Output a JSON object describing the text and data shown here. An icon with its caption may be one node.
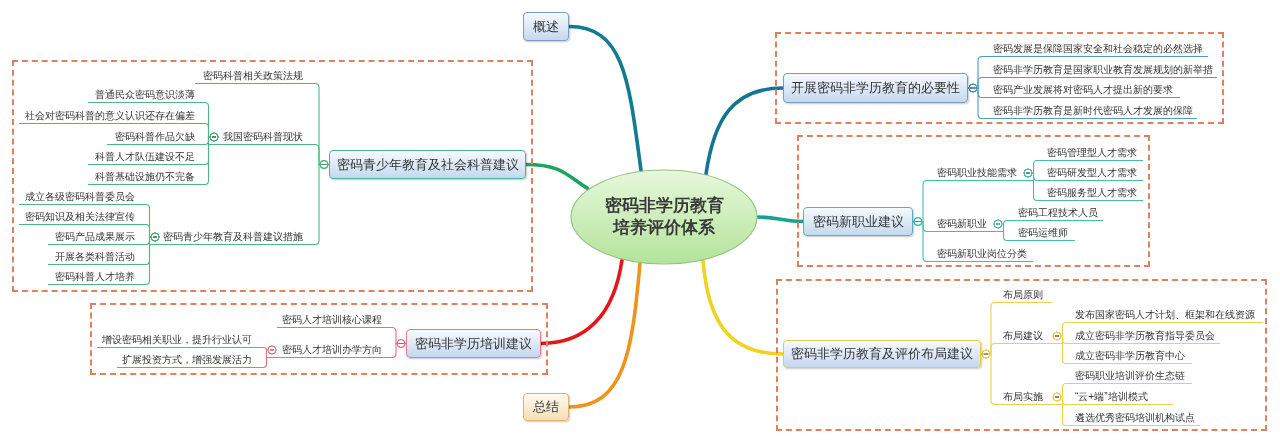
{
  "diagram": {
    "nodes": [
      {
        "text": [
          "密码非学历教育培养评价体系"
        ]
      },
      {
        "text": [
          "概述"
        ]
      },
      {
        "text": [],
        "shape": "box"
      },
      {
        "text": [
          "密码青少年教育及社会科普建议"
        ],
        "in": 2
      },
      {
        "text": [
          "密码科普相关政策法规"
        ],
        "in": 2
      },
      {
        "text": [
          "我国密码科普现状"
        ],
        "in": 2
      },
      {
        "text": [
          "普通民众密码意识淡薄"
        ],
        "in": 2
      },
      {
        "text": [
          "社会对密码科普的意义认识还存在偏差"
        ],
        "in": 2
      },
      {
        "text": [
          "密码科普作品欠缺"
        ],
        "in": 2
      },
      {
        "text": [
          "科普人才队伍建设不足"
        ],
        "in": 2
      },
      {
        "text": [
          "科普基础设施仍不完备"
        ],
        "in": 2
      },
      {
        "text": [
          "密码青少年教育及科普建议措施"
        ],
        "in": 2
      },
      {
        "text": [
          "成立各级密码科普委员会"
        ],
        "in": 2
      },
      {
        "text": [
          "密码知识及相关法律宣传"
        ],
        "in": 2
      },
      {
        "text": [
          "密码产品成果展示"
        ],
        "in": 2
      },
      {
        "text": [
          "开展各类科普活动"
        ],
        "in": 2
      },
      {
        "text": [
          "密码科普人才培养"
        ],
        "in": 2
      },
      {
        "text": [],
        "shape": "box"
      },
      {
        "text": [
          "密码非学历培训建议"
        ],
        "in": 17
      },
      {
        "text": [
          "密码人才培训核心课程"
        ],
        "in": 17
      },
      {
        "text": [
          "密码人才培训办学方向"
        ],
        "in": 17
      },
      {
        "text": [
          "增设密码相关职业，提升行业认可"
        ],
        "in": 17
      },
      {
        "text": [
          "扩展投资方式，增强发展活力"
        ],
        "in": 17
      },
      {
        "text": [
          "总结"
        ]
      },
      {
        "text": [],
        "shape": "box"
      },
      {
        "text": [
          "开展密码非学历教育的必要性"
        ],
        "in": 24
      },
      {
        "text": [
          "密码发展是保障国家安全和社会稳定的必然选择"
        ],
        "in": 24
      },
      {
        "text": [
          "密码非学历教育是国家职业教育发展规划的新举措"
        ],
        "in": 24
      },
      {
        "text": [
          "密码产业发展将对密码人才提出新的要求"
        ],
        "in": 24
      },
      {
        "text": [
          "密码非学历教育是新时代密码人才发展的保障"
        ],
        "in": 24
      },
      {
        "text": [],
        "shape": "box"
      },
      {
        "text": [
          "密码新职业建议"
        ],
        "in": 30
      },
      {
        "text": [
          "密码职业技能需求"
        ],
        "in": 30
      },
      {
        "text": [
          "密码管理型人才需求"
        ],
        "in": 30
      },
      {
        "text": [
          "密码研发型人才需求"
        ],
        "in": 30
      },
      {
        "text": [
          "密码服务型人才需求"
        ],
        "in": 30
      },
      {
        "text": [
          "密码新职业"
        ],
        "in": 30
      },
      {
        "text": [
          "密码工程技术人员"
        ],
        "in": 30
      },
      {
        "text": [
          "密码运维师"
        ],
        "in": 30
      },
      {
        "text": [
          "密码新职业岗位分类"
        ],
        "in": 30
      },
      {
        "text": [],
        "shape": "box"
      },
      {
        "text": [
          "密码非学历教育及评价布局建议"
        ],
        "in": 40
      },
      {
        "text": [
          "布局原则"
        ],
        "in": 40
      },
      {
        "text": [
          "布局建议"
        ],
        "in": 40
      },
      {
        "text": [
          "发布国家密码人才计划、框架和在线资源"
        ],
        "in": 40
      },
      {
        "text": [
          "成立密码非学历教育指导委员会"
        ],
        "in": 40
      },
      {
        "text": [
          "成立密码非学历教育中心"
        ],
        "in": 40
      },
      {
        "text": [
          "布局实施"
        ],
        "in": 40
      },
      {
        "text": [
          "密码职业培训评价生态链"
        ],
        "in": 40
      },
      {
        "text": [
          "“云+端”培训模式"
        ],
        "in": 40
      },
      {
        "text": [
          "遴选优秀密码培训机构试点"
        ],
        "in": 40
      }
    ],
    "edges": [
      {
        "from": 0,
        "to": 1,
        "arrow": "none",
        "style": "thick",
        "color": "#127b90"
      },
      {
        "from": 0,
        "to": 3,
        "arrow": "none",
        "style": "thick",
        "color": "#1ea45c"
      },
      {
        "from": 0,
        "to": 18,
        "arrow": "none",
        "style": "thick",
        "color": "#e3161b"
      },
      {
        "from": 0,
        "to": 23,
        "arrow": "none",
        "style": "thick",
        "color": "#f0931c"
      },
      {
        "from": 0,
        "to": 25,
        "arrow": "none",
        "style": "thick",
        "color": "#137592"
      },
      {
        "from": 0,
        "to": 31,
        "arrow": "none",
        "style": "thick",
        "color": "#17a48f"
      },
      {
        "from": 0,
        "to": 41,
        "arrow": "none",
        "style": "thick",
        "color": "#f1d21c"
      },
      {
        "from": 3,
        "to": 4,
        "arrow": "other",
        "color": "#4cb87e"
      },
      {
        "from": 3,
        "to": 5,
        "arrow": "other",
        "color": "#4cb87e"
      },
      {
        "from": 5,
        "to": 6,
        "arrow": "other",
        "color": "#4cb87e"
      },
      {
        "from": 5,
        "to": 7,
        "arrow": "other",
        "color": "#4cb87e"
      },
      {
        "from": 5,
        "to": 8,
        "arrow": "other",
        "color": "#4cb87e"
      },
      {
        "from": 5,
        "to": 9,
        "arrow": "other",
        "color": "#4cb87e"
      },
      {
        "from": 5,
        "to": 10,
        "arrow": "other",
        "color": "#4cb87e"
      },
      {
        "from": 3,
        "to": 11,
        "arrow": "other",
        "color": "#4cb87e"
      },
      {
        "from": 11,
        "to": 12,
        "arrow": "other",
        "color": "#4cb87e"
      },
      {
        "from": 11,
        "to": 13,
        "arrow": "other",
        "color": "#4cb87e"
      },
      {
        "from": 11,
        "to": 14,
        "arrow": "other",
        "color": "#4cb87e"
      },
      {
        "from": 11,
        "to": 15,
        "arrow": "other",
        "color": "#4cb87e"
      },
      {
        "from": 11,
        "to": 16,
        "arrow": "other",
        "color": "#4cb87e"
      },
      {
        "from": 18,
        "to": 19,
        "arrow": "other",
        "color": "#e6707c"
      },
      {
        "from": 18,
        "to": 20,
        "arrow": "other",
        "color": "#e6707c"
      },
      {
        "from": 20,
        "to": 21,
        "arrow": "other",
        "color": "#e6707c"
      },
      {
        "from": 20,
        "to": 22,
        "arrow": "other",
        "color": "#e6707c"
      },
      {
        "from": 25,
        "to": 26,
        "arrow": "other",
        "color": "#4a9fbf"
      },
      {
        "from": 25,
        "to": 27,
        "arrow": "other",
        "color": "#4a9fbf"
      },
      {
        "from": 25,
        "to": 28,
        "arrow": "other",
        "color": "#4a9fbf"
      },
      {
        "from": 25,
        "to": 29,
        "arrow": "other",
        "color": "#4a9fbf"
      },
      {
        "from": 31,
        "to": 32,
        "arrow": "other",
        "color": "#45bea6"
      },
      {
        "from": 32,
        "to": 33,
        "arrow": "other",
        "color": "#45bea6"
      },
      {
        "from": 32,
        "to": 34,
        "arrow": "other",
        "color": "#45bea6"
      },
      {
        "from": 32,
        "to": 35,
        "arrow": "other",
        "color": "#45bea6"
      },
      {
        "from": 31,
        "to": 36,
        "arrow": "other",
        "color": "#45bea6"
      },
      {
        "from": 36,
        "to": 37,
        "arrow": "other",
        "color": "#45bea6"
      },
      {
        "from": 36,
        "to": 38,
        "arrow": "other",
        "color": "#45bea6"
      },
      {
        "from": 31,
        "to": 39,
        "arrow": "other",
        "color": "#45bea6"
      },
      {
        "from": 41,
        "to": 42,
        "arrow": "other",
        "color": "#efd04a"
      },
      {
        "from": 41,
        "to": 43,
        "arrow": "other",
        "color": "#efd04a"
      },
      {
        "from": 43,
        "to": 44,
        "arrow": "other",
        "color": "#efd04a"
      },
      {
        "from": 43,
        "to": 45,
        "arrow": "other",
        "color": "#efd04a"
      },
      {
        "from": 43,
        "to": 46,
        "arrow": "other",
        "color": "#efd04a"
      },
      {
        "from": 41,
        "to": 47,
        "arrow": "other",
        "color": "#efd04a"
      },
      {
        "from": 47,
        "to": 48,
        "arrow": "other",
        "color": "#efd04a"
      },
      {
        "from": 47,
        "to": 49,
        "arrow": "other",
        "color": "#efd04a"
      },
      {
        "from": 47,
        "to": 50,
        "arrow": "other",
        "color": "#efd04a"
      }
    ]
  }
}
